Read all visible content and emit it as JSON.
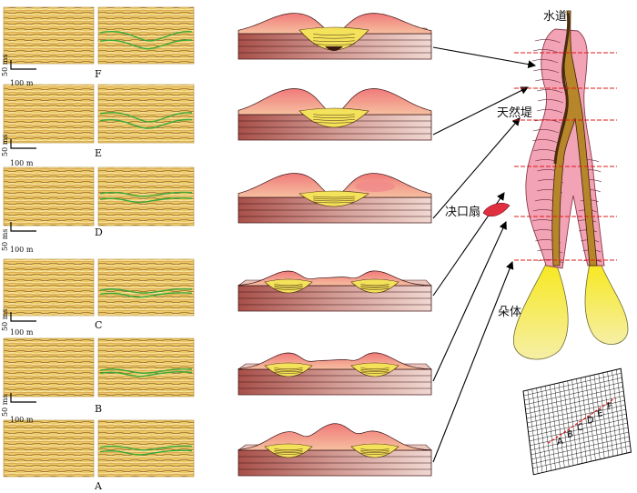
{
  "labels": {
    "channel": "水道",
    "levee": "天然堤",
    "crevasse": "决口扇",
    "lobe": "朵体"
  },
  "panels": [
    {
      "letter": "F",
      "vscale": "50 ms",
      "hscale": "100 m"
    },
    {
      "letter": "E",
      "vscale": "50 ms",
      "hscale": "100 m"
    },
    {
      "letter": "D",
      "vscale": "50 ms",
      "hscale": "100 m"
    },
    {
      "letter": "C",
      "vscale": "50 ms",
      "hscale": "100 m"
    },
    {
      "letter": "B",
      "vscale": "50 ms",
      "hscale": "100 m"
    },
    {
      "letter": "A",
      "vscale": "",
      "hscale": ""
    }
  ],
  "grid_letters": [
    "A",
    "B",
    "C",
    "D",
    "E",
    "F"
  ],
  "colors": {
    "seismic_bg": "#e8c660",
    "horizon": "#3aa83a",
    "levee": "#f2a3b5",
    "channel_fill": "#b8862a",
    "fill_yellow": "#f3e25a",
    "lobe": "#f6ef9c",
    "crevasse": "#e03040",
    "section_red": "#e01818",
    "block_body": "#c98a86"
  }
}
